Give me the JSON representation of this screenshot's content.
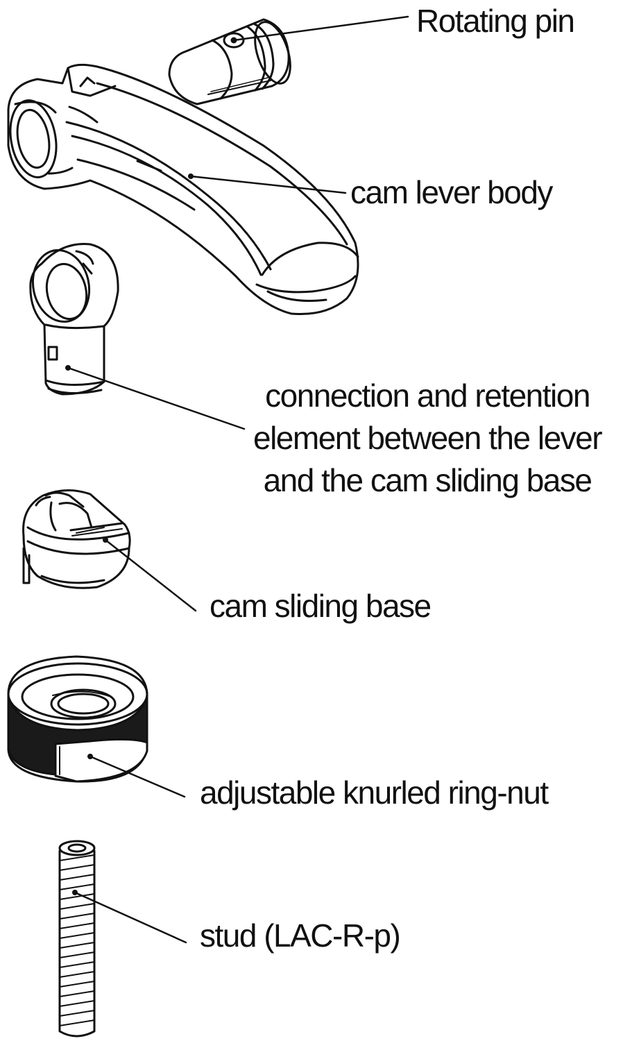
{
  "labels": {
    "rotating_pin": "Rotating pin",
    "cam_lever_body": "cam lever body",
    "connection_element": {
      "line1": "connection and retention",
      "line2": "element between the lever",
      "line3": "and the cam sliding base"
    },
    "cam_sliding_base": "cam sliding base",
    "ring_nut": "adjustable knurled ring-nut",
    "stud": "stud (LAC-R-p)"
  },
  "colors": {
    "stroke": "#111111",
    "background": "#ffffff",
    "knurl_fill": "#1a1a1a"
  }
}
